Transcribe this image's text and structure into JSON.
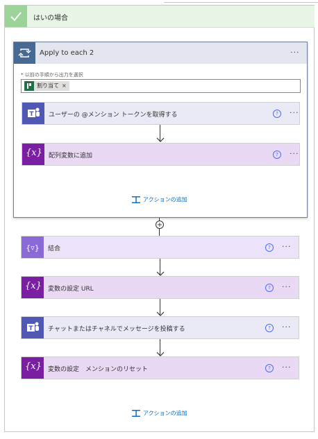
{
  "yes_branch": {
    "title": "はいの場合"
  },
  "foreach": {
    "title": "Apply to each 2",
    "more": "···",
    "select_label_required": "*",
    "select_label": " 以前の手順から出力を選択",
    "token": {
      "label": "割り当て",
      "remove": "×"
    },
    "inner_cards": [
      {
        "title": "ユーザーの @メンション トークンを取得する",
        "help": "?",
        "more": "···"
      },
      {
        "title": "配列変数に追加",
        "help": "?",
        "more": "···"
      }
    ],
    "add_action": "アクションの追加"
  },
  "plus": "+",
  "cards": [
    {
      "title": "結合",
      "help": "?",
      "more": "···"
    },
    {
      "title": "変数の設定 URL",
      "help": "?",
      "more": "···"
    },
    {
      "title": "チャットまたはチャネルでメッセージを投稿する",
      "help": "?",
      "more": "···"
    },
    {
      "title": "変数の設定　メンションのリセット",
      "help": "?",
      "more": "···"
    }
  ],
  "add_action": "アクションの追加",
  "icons": {
    "yes": "checkmark-icon",
    "foreach": "loop-icon",
    "teams": "teams-icon",
    "variable": "variable-icon",
    "join": "join-icon",
    "add": "add-action-icon"
  },
  "colors": {
    "yes_bg": "#e8f5e7",
    "foreach_icon": "#486991",
    "teams": "#5058b3",
    "variable": "#7a1fa2",
    "join": "#8a6ad6",
    "link": "#0f6cbd"
  }
}
